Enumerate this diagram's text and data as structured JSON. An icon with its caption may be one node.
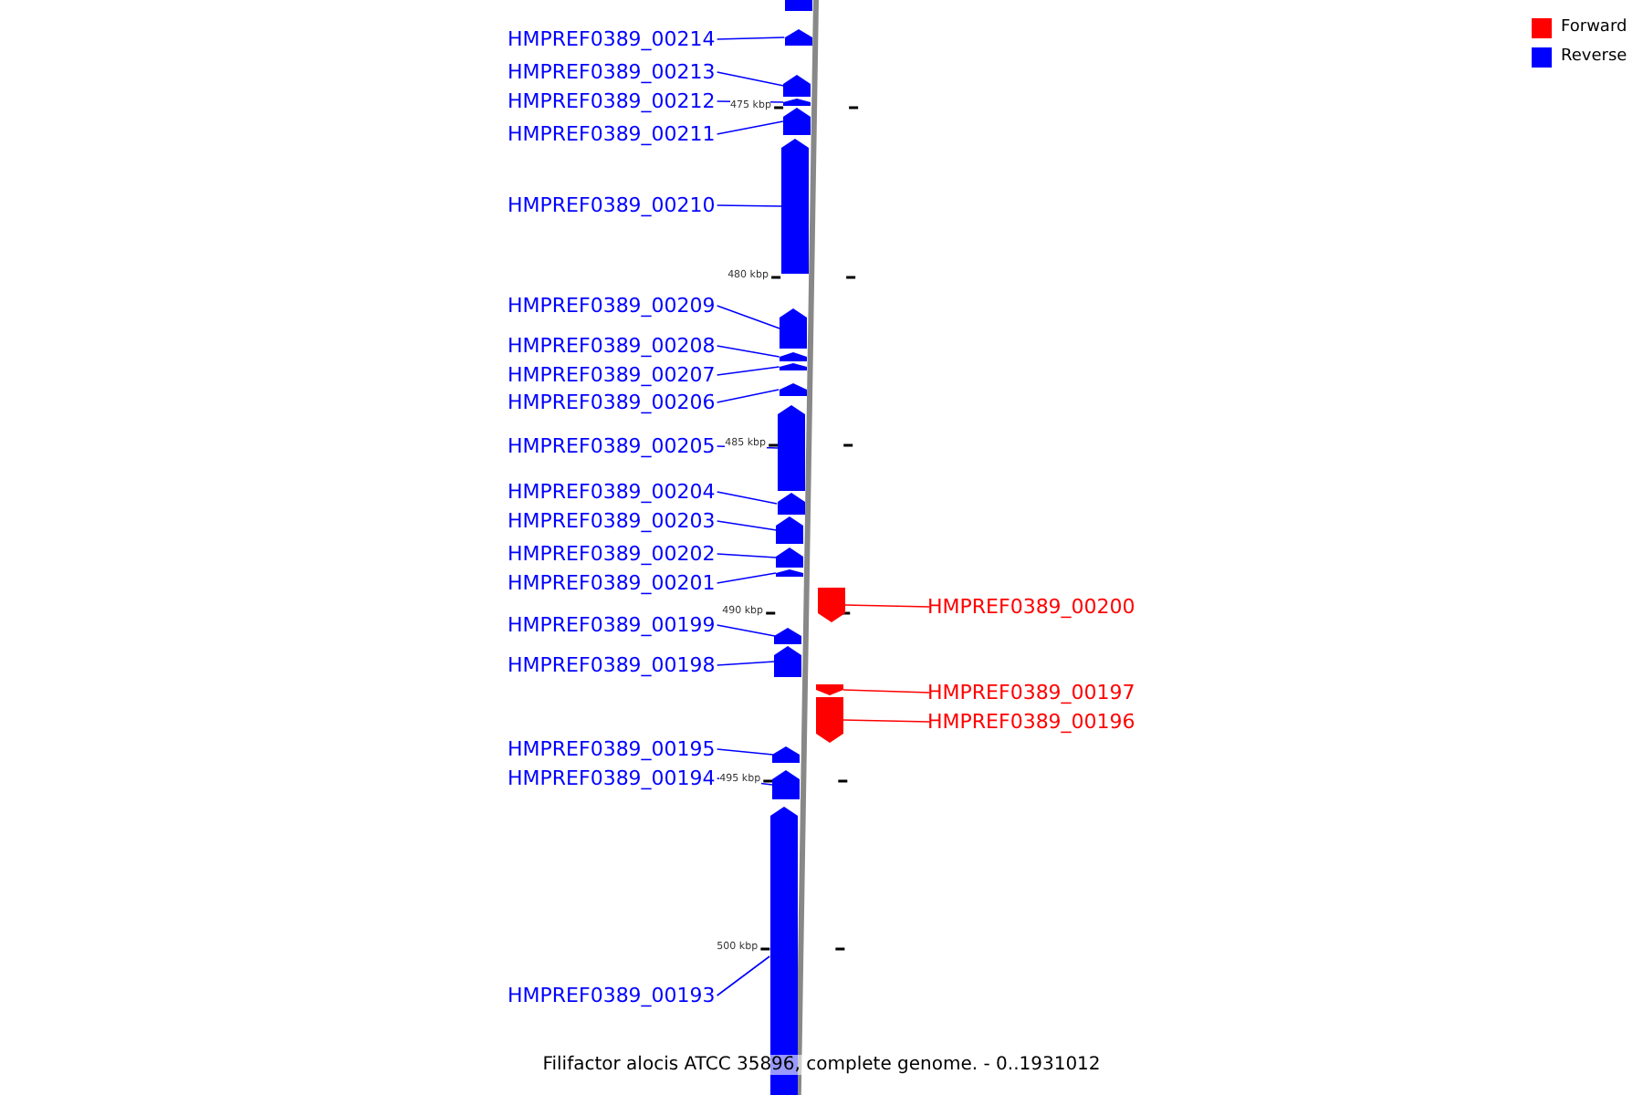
{
  "diagram": {
    "caption": "Filifactor alocis ATCC 35896, complete genome. - 0..1931012",
    "nodes": [
      {
        "text": [],
        "shape": "bar"
      },
      {
        "text": [
          "HMPREF0389_00214"
        ]
      },
      {
        "text": [],
        "shape": "bar"
      },
      {
        "text": [
          "HMPREF0389_00213"
        ]
      },
      {
        "text": [],
        "shape": "bar"
      },
      {
        "text": [
          "HMPREF0389_00212"
        ]
      },
      {
        "text": [],
        "shape": "bar"
      },
      {
        "text": [
          "HMPREF0389_00211"
        ]
      },
      {
        "text": [],
        "shape": "bar"
      },
      {
        "text": [
          "HMPREF0389_00210"
        ]
      },
      {
        "text": [],
        "shape": "bar"
      },
      {
        "text": [
          "HMPREF0389_00209"
        ]
      },
      {
        "text": [],
        "shape": "bar"
      },
      {
        "text": [
          "HMPREF0389_00208"
        ]
      },
      {
        "text": [],
        "shape": "bar"
      },
      {
        "text": [
          "HMPREF0389_00207"
        ]
      },
      {
        "text": [],
        "shape": "bar"
      },
      {
        "text": [
          "HMPREF0389_00206"
        ]
      },
      {
        "text": [],
        "shape": "bar"
      },
      {
        "text": [
          "HMPREF0389_00205"
        ]
      },
      {
        "text": [],
        "shape": "bar"
      },
      {
        "text": [
          "HMPREF0389_00204"
        ]
      },
      {
        "text": [],
        "shape": "bar"
      },
      {
        "text": [
          "HMPREF0389_00203"
        ]
      },
      {
        "text": [],
        "shape": "bar"
      },
      {
        "text": [
          "HMPREF0389_00202"
        ]
      },
      {
        "text": [],
        "shape": "bar"
      },
      {
        "text": [
          "HMPREF0389_00201"
        ]
      },
      {
        "text": [],
        "shape": "bar"
      },
      {
        "text": [
          "HMPREF0389_00200"
        ]
      },
      {
        "text": [],
        "shape": "bar"
      },
      {
        "text": [
          "HMPREF0389_00199"
        ]
      },
      {
        "text": [],
        "shape": "bar"
      },
      {
        "text": [
          "HMPREF0389_00198"
        ]
      },
      {
        "text": [],
        "shape": "bar"
      },
      {
        "text": [
          "HMPREF0389_00197"
        ]
      },
      {
        "text": [],
        "shape": "bar"
      },
      {
        "text": [
          "HMPREF0389_00196"
        ]
      },
      {
        "text": [],
        "shape": "bar"
      },
      {
        "text": [
          "HMPREF0389_00195"
        ]
      },
      {
        "text": [],
        "shape": "bar"
      },
      {
        "text": [
          "HMPREF0389_00194"
        ]
      },
      {
        "text": [],
        "shape": "bar"
      },
      {
        "text": [
          "HMPREF0389_00193"
        ]
      },
      {
        "text": [],
        "shape": "bar"
      }
    ],
    "edges": [
      {
        "from": 1,
        "to": 2,
        "arrow": "none"
      },
      {
        "from": 3,
        "to": 4,
        "arrow": "none"
      },
      {
        "from": 5,
        "to": 6,
        "arrow": "none"
      },
      {
        "from": 7,
        "to": 8,
        "arrow": "none"
      },
      {
        "from": 9,
        "to": 10,
        "arrow": "none"
      },
      {
        "from": 11,
        "to": 12,
        "arrow": "none"
      },
      {
        "from": 13,
        "to": 14,
        "arrow": "none"
      },
      {
        "from": 15,
        "to": 16,
        "arrow": "none"
      },
      {
        "from": 17,
        "to": 18,
        "arrow": "none"
      },
      {
        "from": 19,
        "to": 20,
        "arrow": "none"
      },
      {
        "from": 21,
        "to": 22,
        "arrow": "none"
      },
      {
        "from": 23,
        "to": 24,
        "arrow": "none"
      },
      {
        "from": 25,
        "to": 26,
        "arrow": "none"
      },
      {
        "from": 27,
        "to": 28,
        "arrow": "none"
      },
      {
        "from": 29,
        "to": 30,
        "arrow": "none",
        "color": "#ff0000"
      },
      {
        "from": 31,
        "to": 32,
        "arrow": "none"
      },
      {
        "from": 33,
        "to": 34,
        "arrow": "none"
      },
      {
        "from": 35,
        "to": 36,
        "arrow": "none",
        "color": "#ff0000"
      },
      {
        "from": 37,
        "to": 38,
        "arrow": "none",
        "color": "#ff0000"
      },
      {
        "from": 39,
        "to": 40,
        "arrow": "none"
      },
      {
        "from": 41,
        "to": 42,
        "arrow": "none"
      },
      {
        "from": 43,
        "to": 44,
        "arrow": "none"
      }
    ],
    "labels": [
      "475 kbp",
      "480 kbp",
      "485 kbp",
      "490 kbp",
      "495 kbp",
      "500 kbp"
    ],
    "legend": [
      {
        "text": "Forward",
        "color": "#ff0000"
      },
      {
        "text": "Reverse",
        "color": "#0000ff"
      }
    ]
  }
}
